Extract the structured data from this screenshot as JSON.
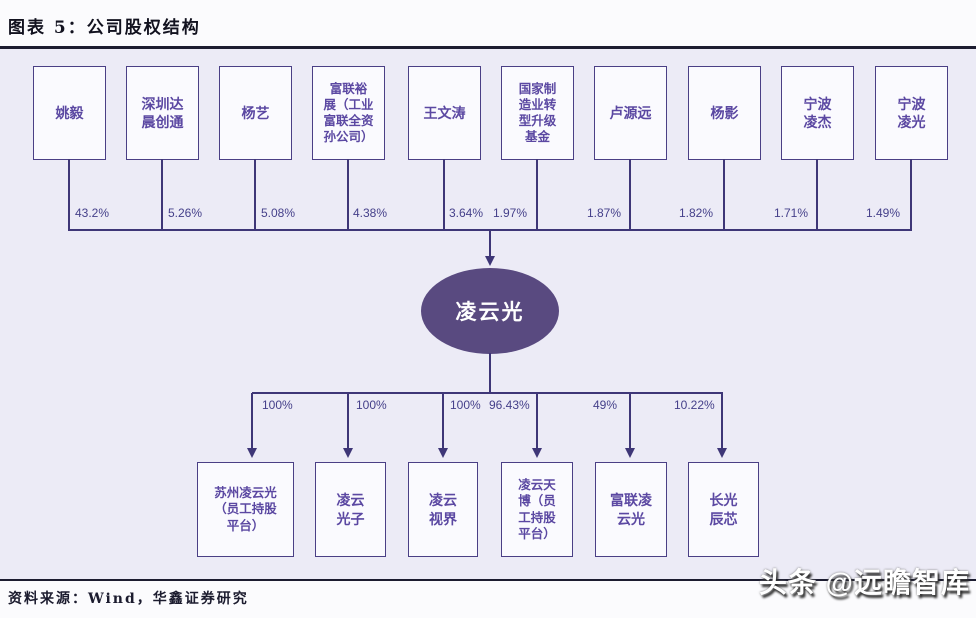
{
  "header": {
    "title": "图表 5：公司股权结构"
  },
  "footer": {
    "source": "资料来源：Wind，华鑫证券研究",
    "watermark": "头条 @远瞻智库"
  },
  "company": {
    "name": "凌云光"
  },
  "shareholders": [
    {
      "name": "姚毅",
      "pct": "43.2%"
    },
    {
      "name": "深圳达\n晨创通",
      "pct": "5.26%"
    },
    {
      "name": "杨艺",
      "pct": "5.08%"
    },
    {
      "name": "富联裕\n展（工业\n富联全资\n孙公司）",
      "pct": "4.38%"
    },
    {
      "name": "王文涛",
      "pct": "3.64%"
    },
    {
      "name": "国家制\n造业转\n型升级\n基金",
      "pct": "1.97%"
    },
    {
      "name": "卢源远",
      "pct": "1.87%"
    },
    {
      "name": "杨影",
      "pct": "1.82%"
    },
    {
      "name": "宁波\n凌杰",
      "pct": "1.71%"
    },
    {
      "name": "宁波\n凌光",
      "pct": "1.49%"
    }
  ],
  "subsidiaries": [
    {
      "name": "苏州凌云光\n（员工持股\n平台）",
      "pct": "100%"
    },
    {
      "name": "凌云\n光子",
      "pct": "100%"
    },
    {
      "name": "凌云\n视界",
      "pct": "100%"
    },
    {
      "name": "凌云天\n博（员\n工持股\n平台）",
      "pct": "96.43%"
    },
    {
      "name": "富联凌\n云光",
      "pct": "49%"
    },
    {
      "name": "长光\n辰芯",
      "pct": "10.22%"
    }
  ],
  "colors": {
    "background": "#ecebf6",
    "line": "#3e3677",
    "box_border": "#4a3f85",
    "box_text": "#5b48a2",
    "company_fill": "#594a80"
  }
}
